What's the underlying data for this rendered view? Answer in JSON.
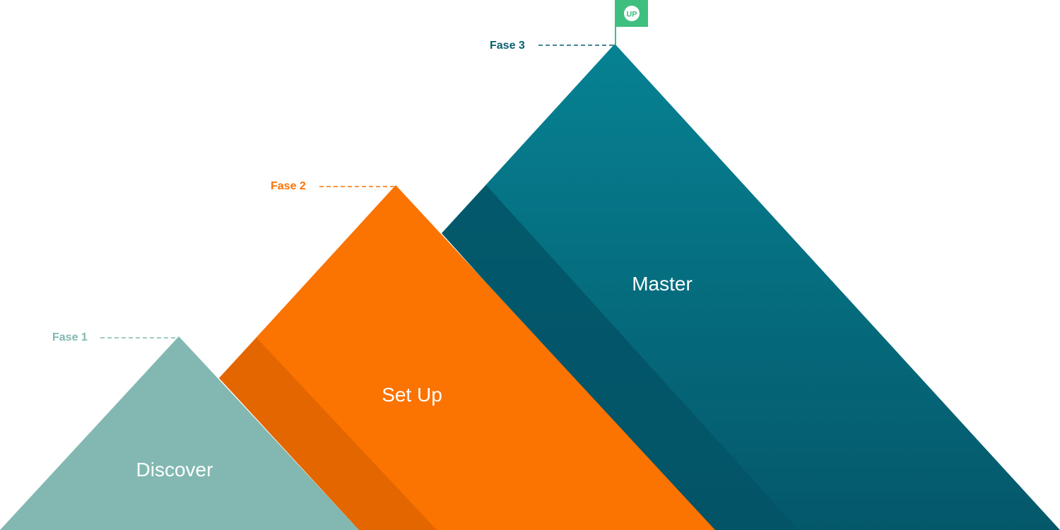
{
  "colors": {
    "background": "#ffffff",
    "fase1": "#82b8b1",
    "fase2": "#fb7300",
    "fase2_shadow": "#e36600",
    "fase3_top": "#068293",
    "fase3_bottom": "#04586a",
    "fase3_shadow": "#035366",
    "flag": "#3fbf7f"
  },
  "phases": [
    {
      "label": "Fase 1",
      "title": "Discover"
    },
    {
      "label": "Fase 2",
      "title": "Set Up"
    },
    {
      "label": "Fase 3",
      "title": "Master"
    }
  ],
  "flag": {
    "logo_text": "UP",
    "icon": "up-logo-flag-icon"
  }
}
